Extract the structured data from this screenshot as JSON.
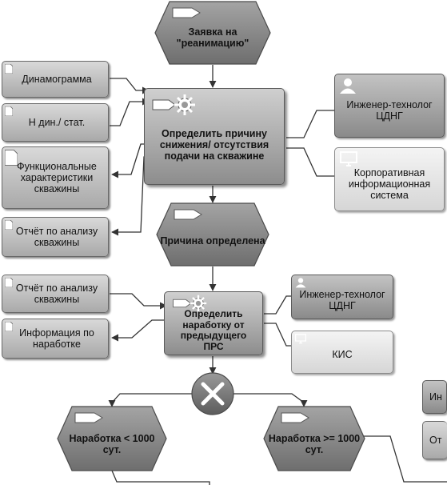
{
  "events": {
    "request": "Заявка на \"реанимацию\"",
    "cause_found": "Причина определена",
    "lt1000": "Наработка < 1000 сут.",
    "ge1000": "Наработка >= 1000 сут."
  },
  "functions": {
    "determine_cause": "Определить причину снижения/ отсутствия подачи на скважине",
    "determine_runtime": "Определить наработку от предыдущего ПРС"
  },
  "documents": {
    "dynamogram": "Динамограмма",
    "h_dyn_stat": "Н дин./ стат.",
    "func_characteristics": "Функциональные характеристики скважины",
    "report_1": "Отчёт по анализу скважины",
    "report_2": "Отчёт по анализу скважины",
    "runtime_info": "Информация по наработке"
  },
  "roles": {
    "engineer_1": "Инженер-технолог ЦДНГ",
    "engineer_2": "Инженер-технолог ЦДНГ",
    "cut_1": "Ин",
    "cut_2": "От"
  },
  "systems": {
    "corp_info_system": "Корпоративная информационная система",
    "kis": "КИС"
  },
  "colors": {
    "event_fill": "#8e8e8e",
    "event_stroke": "#4a4a4a",
    "connector": "#333333",
    "xor_fill": "#7a7a7a"
  },
  "icons": {
    "event": "arrow-event-icon",
    "function": "gear-arrow-icon",
    "document": "document-icon",
    "role": "person-icon",
    "system": "monitor-icon",
    "xor": "xor-cross-icon"
  }
}
